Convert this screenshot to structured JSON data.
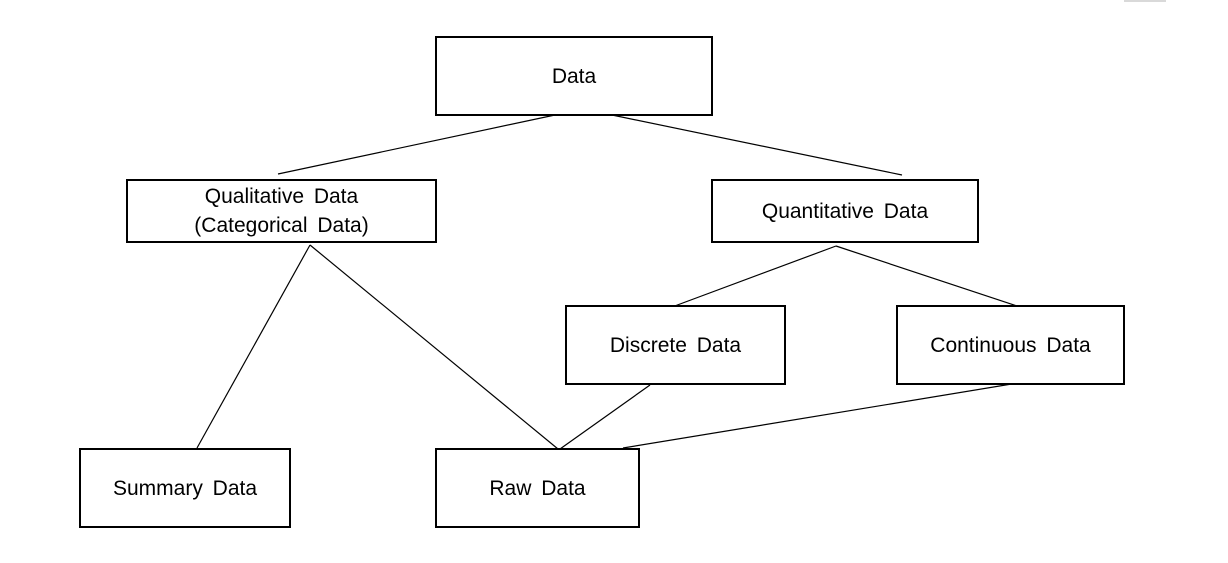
{
  "nodes": {
    "data": {
      "label": "Data"
    },
    "qualitative": {
      "line1": "Qualitative Data",
      "line2": "(Categorical Data)"
    },
    "quantitative": {
      "label": "Quantitative Data"
    },
    "discrete": {
      "label": "Discrete Data"
    },
    "continuous": {
      "label": "Continuous Data"
    },
    "summary": {
      "label": "Summary Data"
    },
    "raw": {
      "label": "Raw Data"
    }
  },
  "edges": [
    {
      "from": "data",
      "to": "qualitative"
    },
    {
      "from": "data",
      "to": "quantitative"
    },
    {
      "from": "qualitative",
      "to": "summary"
    },
    {
      "from": "qualitative",
      "to": "raw"
    },
    {
      "from": "quantitative",
      "to": "discrete"
    },
    {
      "from": "quantitative",
      "to": "continuous"
    },
    {
      "from": "discrete",
      "to": "raw"
    },
    {
      "from": "continuous",
      "to": "raw"
    }
  ]
}
